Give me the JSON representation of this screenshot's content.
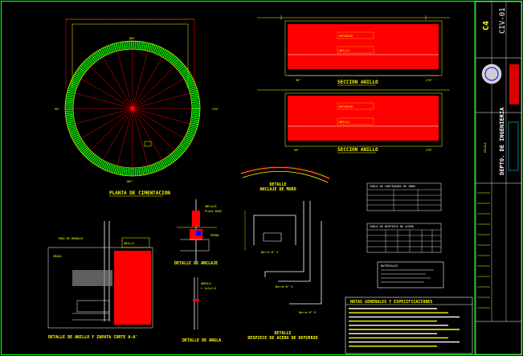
{
  "drawing": {
    "views": {
      "plan_title": "PLANTA DE CIMENTACION",
      "section1_title": "SECCION ANILLO",
      "section2_title": "SECCION ANILLO",
      "wall_anchor_title": [
        "DETALLE",
        "ANCLAJE DE MURO"
      ],
      "ring_detail_title": "DETALLE DE ANILLO Y ZAPATA CORTE A-A'",
      "anchor_detail_title": "DETALLE DE ANCLAJE",
      "angle_detail_title": "DETALLE DE ANGLA",
      "rebar_detail_title": [
        "DETALLE",
        "DESPIECE DE ACERO DE REFUERZO"
      ],
      "notes_title": "NOTAS GENERALES Y ESPECIFICACIONES"
    },
    "plan_angles": {
      "top": "180°",
      "bottom": "180°",
      "left": "90°",
      "right": "270°"
    },
    "section_angles": {
      "left": "90°",
      "right": "270°"
    },
    "title_block": {
      "sheet_no": "C4",
      "drawing_code": "CIV-01",
      "department": "DEPTO. DE INGENIERIA",
      "scale": "ESCALA"
    }
  },
  "colors": {
    "background": "#000000",
    "concrete": "#ff0000",
    "dimension": "#ffff00",
    "grid": "#00ff00",
    "text": "#ffffff",
    "accent": "#00ffff",
    "frame": "#00ff00"
  }
}
